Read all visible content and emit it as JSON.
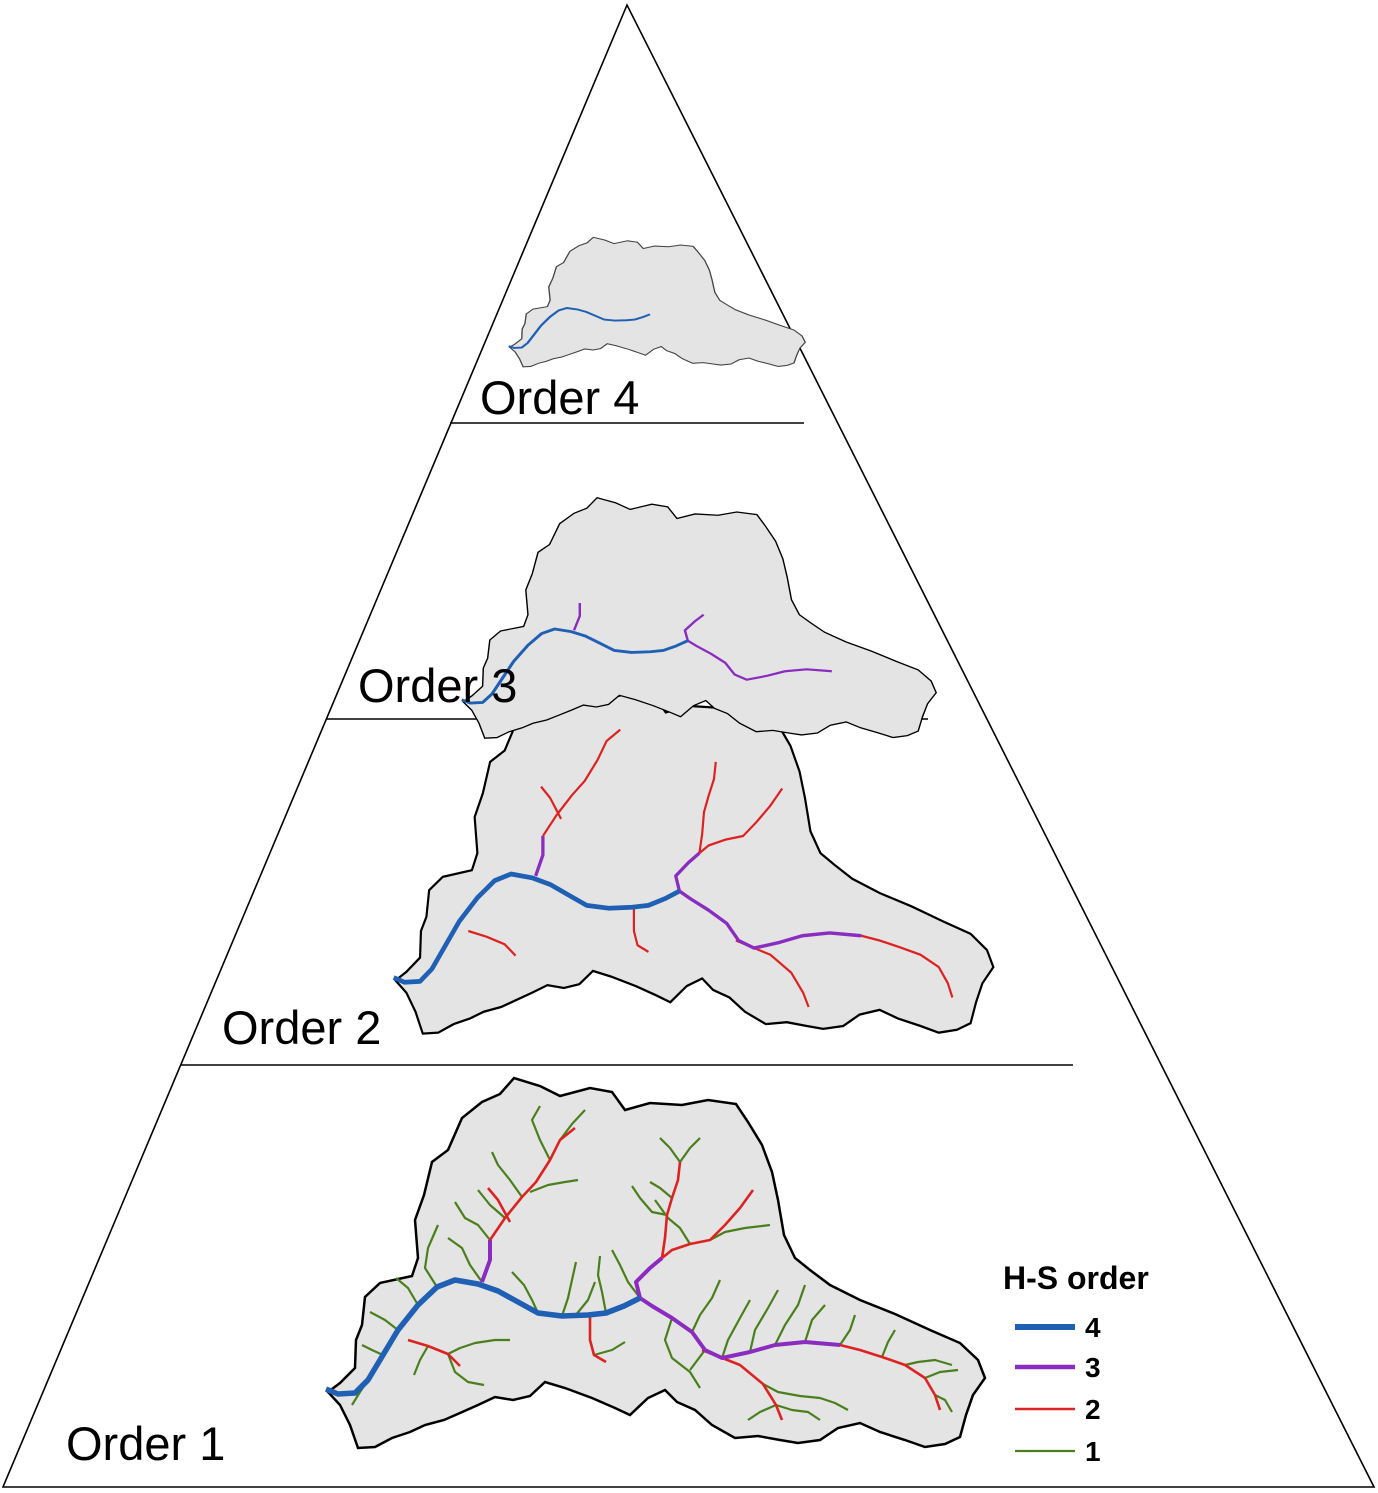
{
  "levels": [
    {
      "label": "Order 4"
    },
    {
      "label": "Order 3"
    },
    {
      "label": "Order 2"
    },
    {
      "label": "Order 1"
    }
  ],
  "legend": {
    "title": "H-S order",
    "items": [
      {
        "label": "4",
        "color": "#1f5fb4"
      },
      {
        "label": "3",
        "color": "#8a2cc0"
      },
      {
        "label": "2",
        "color": "#dd2222"
      },
      {
        "label": "1",
        "color": "#4a7f1c"
      }
    ]
  },
  "colors": {
    "basin_fill": "#e4e4e4",
    "outline": "#000000"
  }
}
